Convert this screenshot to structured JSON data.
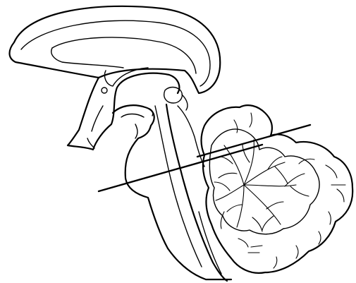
{
  "figure": {
    "background": "#ffffff",
    "ink": "#000000",
    "parts": [
      "corpus-callosum",
      "brainstem",
      "fourth-ventricle",
      "cerebellum"
    ],
    "section_lines": 2
  }
}
